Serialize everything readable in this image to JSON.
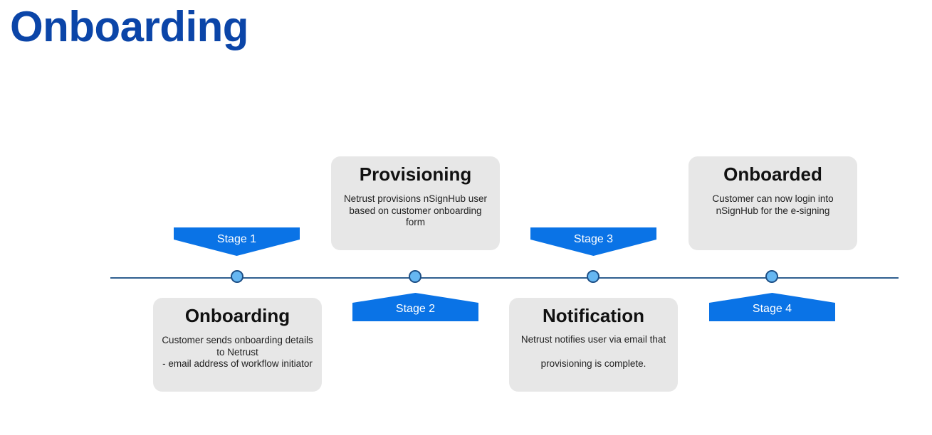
{
  "page": {
    "title": "Onboarding"
  },
  "colors": {
    "title": "#0b45a8",
    "stage_fill": "#0a73e6",
    "card_fill": "#e7e7e7",
    "line": "#2f5f8f",
    "node_fill": "#66b7f2",
    "node_border": "#1d4f86"
  },
  "stages": [
    {
      "label": "Stage 1",
      "title": "Onboarding",
      "description_lines": [
        "Customer sends onboarding details",
        "to Netrust",
        "- email address of workflow initiator"
      ]
    },
    {
      "label": "Stage 2",
      "title": "Provisioning",
      "description_lines": [
        "Netrust provisions nSignHub user",
        "based on customer onboarding",
        "form"
      ]
    },
    {
      "label": "Stage 3",
      "title": "Notification",
      "description_lines": [
        "Netrust notifies user via email that",
        "provisioning is complete."
      ]
    },
    {
      "label": "Stage 4",
      "title": "Onboarded",
      "description_lines": [
        "Customer can now login into",
        "nSignHub for the e-signing"
      ]
    }
  ]
}
